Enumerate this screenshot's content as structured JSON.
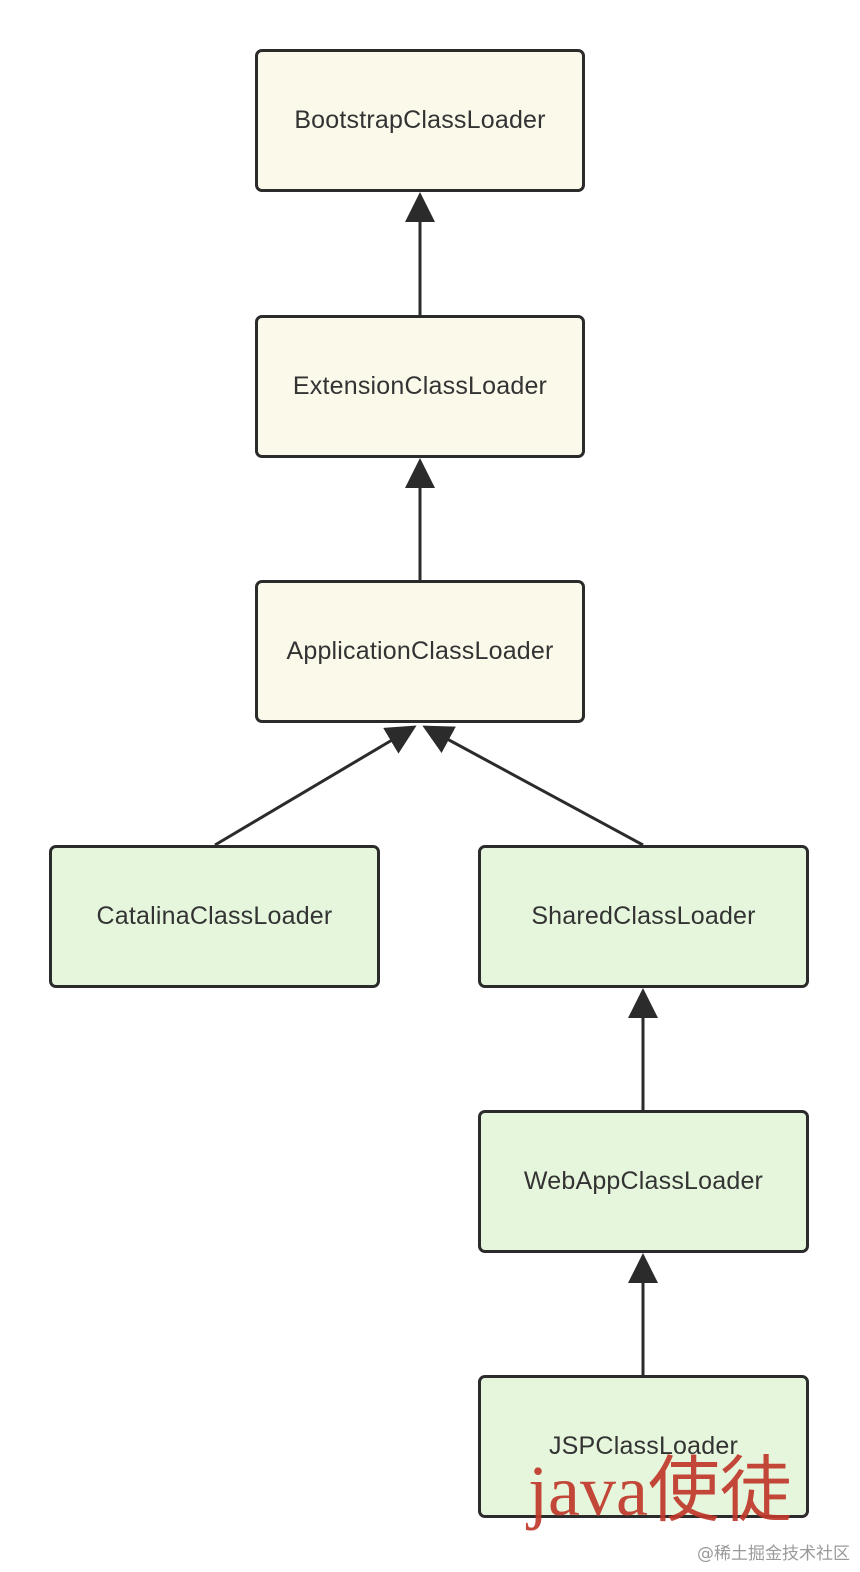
{
  "nodes": {
    "bootstrap": "BootstrapClassLoader",
    "extension": "ExtensionClassLoader",
    "application": "ApplicationClassLoader",
    "catalina": "CatalinaClassLoader",
    "shared": "SharedClassLoader",
    "webapp": "WebAppClassLoader",
    "jsp": "JSPClassLoader"
  },
  "edges": [
    {
      "from": "extension",
      "to": "bootstrap"
    },
    {
      "from": "application",
      "to": "extension"
    },
    {
      "from": "catalina",
      "to": "application"
    },
    {
      "from": "shared",
      "to": "application"
    },
    {
      "from": "webapp",
      "to": "shared"
    },
    {
      "from": "jsp",
      "to": "webapp"
    }
  ],
  "colors": {
    "jvm_fill": "#fbf9ea",
    "tomcat_fill": "#e6f6dc",
    "stroke": "#2b2b2b",
    "watermark_red": "#c0392b"
  },
  "watermark": {
    "script": "java使徒",
    "community": "@稀土掘金技术社区"
  }
}
